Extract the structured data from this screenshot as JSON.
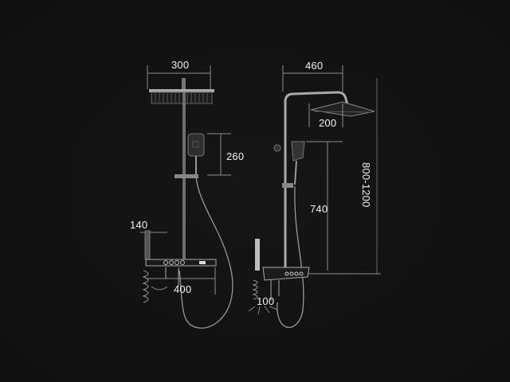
{
  "diagram": {
    "type": "product-dimension-diagram",
    "subject": "shower system",
    "background_color": "#121212",
    "line_color": "#9a9a9a",
    "text_color": "#f2f2f2",
    "views": [
      {
        "name": "front-view",
        "dimensions": {
          "head_width": "300",
          "handshower_height": "260",
          "shelf_height": "140",
          "panel_width": "400"
        }
      },
      {
        "name": "side-view",
        "dimensions": {
          "arm_reach": "460",
          "head_depth": "200",
          "slide_bar_length": "740",
          "height_range": "800-1200",
          "spout_depth": "100"
        }
      }
    ]
  }
}
